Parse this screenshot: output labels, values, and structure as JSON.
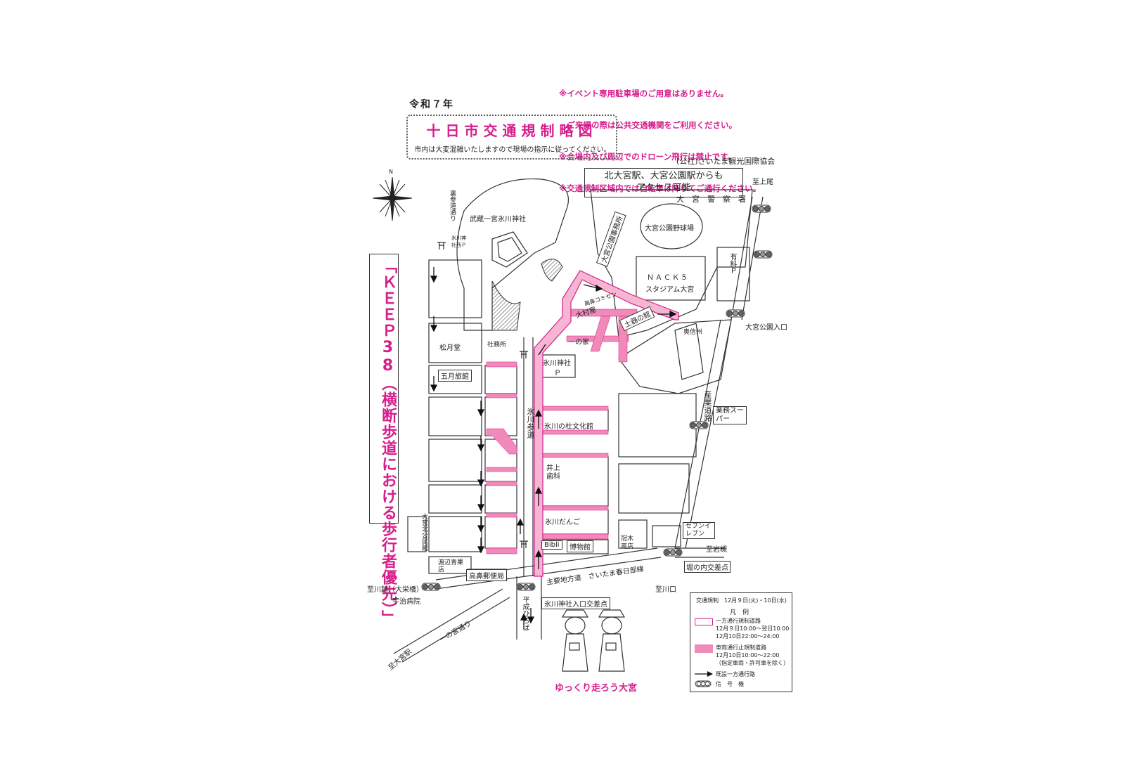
{
  "notes": [
    "※イベント専用駐車場のご用意はありません。",
    "　ご来場の際は公共交通機関をご利用ください。",
    "※会場内及び周辺でのドローン飛行は禁止です。",
    "※交通規制区域内では自転車は降りてご通行ください。"
  ],
  "era_label": "令和７年",
  "title": "十日市交通規制略図",
  "subtitle": "市内は大変混雑いたしますので現場の指示に従ってください。",
  "organizers": [
    "(公社)さいたま観光国際協会",
    "大　宮　警　察　署"
  ],
  "access_note": [
    "北大宮駅、大宮公園駅からも",
    "アクセス可能"
  ],
  "keep_slogan": "「ＫＥＥＰ38（横断歩道における歩行者優先）」",
  "compass_label": "N",
  "map_labels": {
    "shrine": "武蔵一宮氷川神社",
    "stadium_park": "大宮公園野球場",
    "nack5": "ＮＡＣＫ５",
    "nack5_sub": "スタジアム大宮",
    "park_office": "大宮公園事務所",
    "yuryo": "有料Ｐ",
    "takahana_komisen": "高鼻コミセン",
    "omuraya": "大村屋",
    "dokinoyakata": "土器の館",
    "ichinoya": "一の家",
    "okushinshu": "奥信州",
    "omiya_koen_iriguchi": "大宮公園入口",
    "shamusho": "社務所",
    "shogetsudo": "松月堂",
    "satsuki_ryokan": "五月旅館",
    "hikawa_p": "氷川神社",
    "hikawa_p2": "Ｐ",
    "hikawa_nishi_p": "氷川神社西Ｐ",
    "ura_sando": "裏参道通り",
    "gyomu_super": "業務スーパー",
    "sangyo_doro": "産業道路",
    "hikawa_sando": "氷川参道",
    "bunkakan": "氷川の杜文化館",
    "inoue_shika": "井上歯科",
    "hikawa_dango": "氷川だんご",
    "bibli": "Bibli",
    "hakubutsukan": "博物館",
    "kanmuriki": "冠木商店",
    "seven": "セブンイレブン",
    "kitakominkan": "大宮北公民館",
    "watanabe": "渡辺青果店",
    "takahana_post": "高鼻郵便局",
    "to_iwatsuki": "至岩槻",
    "horinouchi": "堀の内交差点",
    "to_kawaguchi": "至川口",
    "to_ageo": "至上尾",
    "shuyo_road": "主要地方道　さいたま春日部線",
    "to_kawagoe": "至川越（大栄橋）",
    "uji_hospital": "宇治病院",
    "ichinomiya_dori": "一の宮通り",
    "to_omiya_station": "至大宮駅",
    "heisei_hiroba": "平成ひろば",
    "hikawa_iriguchi": "氷川神社入口交差点"
  },
  "legend": {
    "header": "交通規制　12月９日(火)・10日(水)",
    "title": "凡　例",
    "oneway_label": "一方通行規制道路",
    "oneway_time1": "12月９日10:00～翌日10:00",
    "oneway_time2": "12月10日22:00～24:00",
    "closed_label": "車両通行止規制道路",
    "closed_time": "12月10日10:00～22:00",
    "closed_note": "（指定車両・許可車を除く）",
    "existing_oneway": "既設一方通行路",
    "signal": "信　号　機"
  },
  "bottom_slogan": "ゆっくり走ろう大宮",
  "colors": {
    "accent": "#d61e8c",
    "closed_fill": "#f08ab8",
    "outline": "#333333"
  }
}
